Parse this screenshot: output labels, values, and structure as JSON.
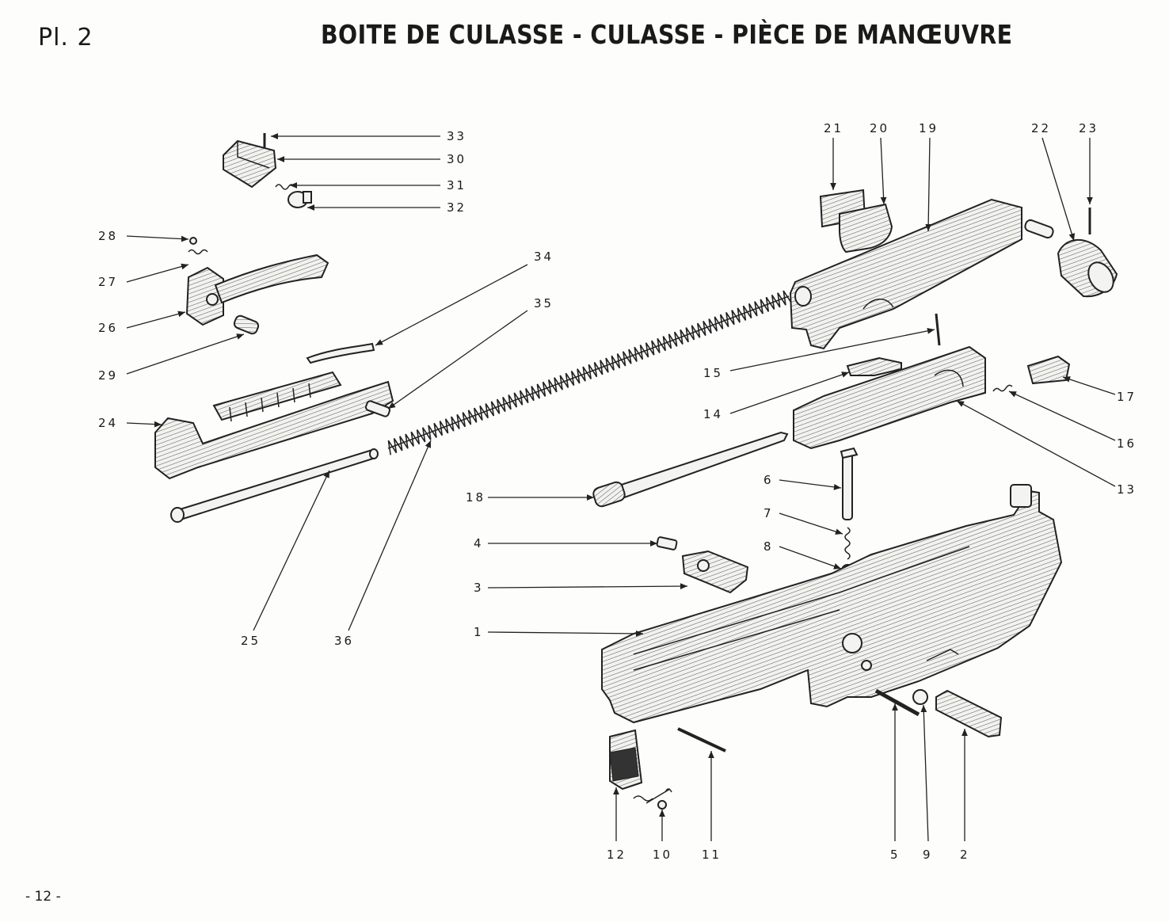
{
  "header": {
    "plate": "Pl. 2",
    "title": "BOITE DE CULASSE - CULASSE - PIÈCE DE MANŒUVRE"
  },
  "footer": {
    "page": "- 12 -"
  },
  "callouts": {
    "c1": "1",
    "c2": "2",
    "c3": "3",
    "c4": "4",
    "c5": "5",
    "c6": "6",
    "c7": "7",
    "c8": "8",
    "c9": "9",
    "c10": "10",
    "c11": "11",
    "c12": "12",
    "c13": "13",
    "c14": "14",
    "c15": "15",
    "c16": "16",
    "c17": "17",
    "c18": "18",
    "c19": "19",
    "c20": "20",
    "c21": "21",
    "c22": "22",
    "c23": "23",
    "c24": "24",
    "c25": "25",
    "c26": "26",
    "c27": "27",
    "c28": "28",
    "c29": "29",
    "c30": "30",
    "c31": "31",
    "c32": "32",
    "c33": "33",
    "c34": "34",
    "c35": "35",
    "c36": "36"
  }
}
